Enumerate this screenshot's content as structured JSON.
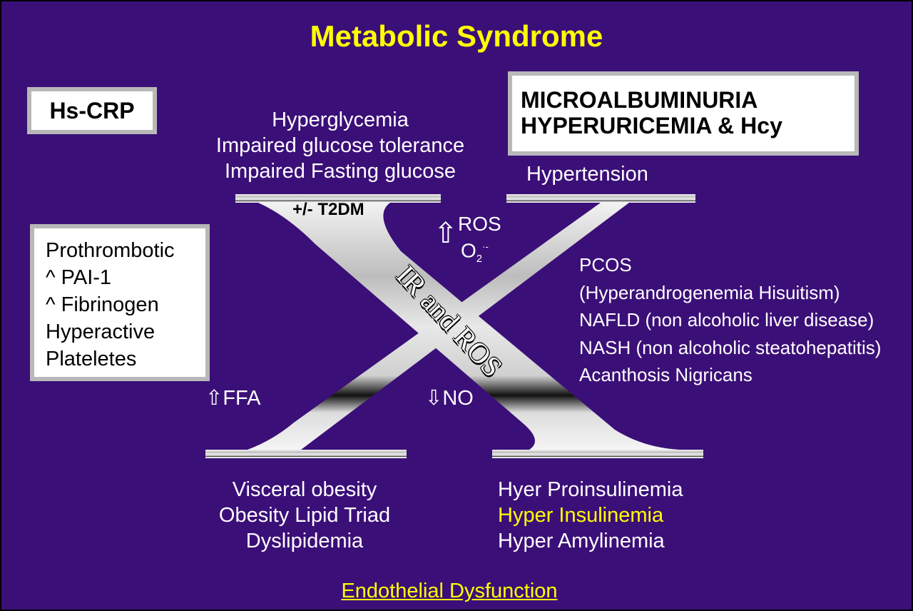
{
  "title": "Metabolic Syndrome",
  "hs_crp": "Hs-CRP",
  "top_right_box": [
    "MICROALBUMINURIA",
    "HYPERURICEMIA & Hcy"
  ],
  "glycemia": [
    "Hyperglycemia",
    "Impaired glucose tolerance",
    "Impaired Fasting glucose"
  ],
  "hypertension": "Hypertension",
  "t2dm": "+/- T2DM",
  "ros": "ROS",
  "o2": "O",
  "o2_sub": "2",
  "o2_sup": "·-",
  "center_label": "IR and ROS",
  "prothrombotic": [
    "Prothrombotic",
    "^ PAI-1",
    "^ Fibrinogen",
    "Hyperactive",
    "Plateletes"
  ],
  "right_list": [
    "PCOS",
    "(Hyperandrogenemia Hisuitism)",
    "NAFLD (non alcoholic liver disease)",
    "NASH (non alcoholic steatohepatitis)",
    "Acanthosis Nigricans"
  ],
  "ffa": "FFA",
  "no": "NO",
  "obesity": [
    "Visceral obesity",
    "Obesity Lipid Triad",
    "Dyslipidemia"
  ],
  "insulin": [
    "Hyer Proinsulinemia",
    "Hyper Insulinemia",
    "Hyper Amylinemia"
  ],
  "footer": "Endothelial Dysfunction",
  "colors": {
    "background": "#3b0f78",
    "accent": "#ffff00"
  }
}
